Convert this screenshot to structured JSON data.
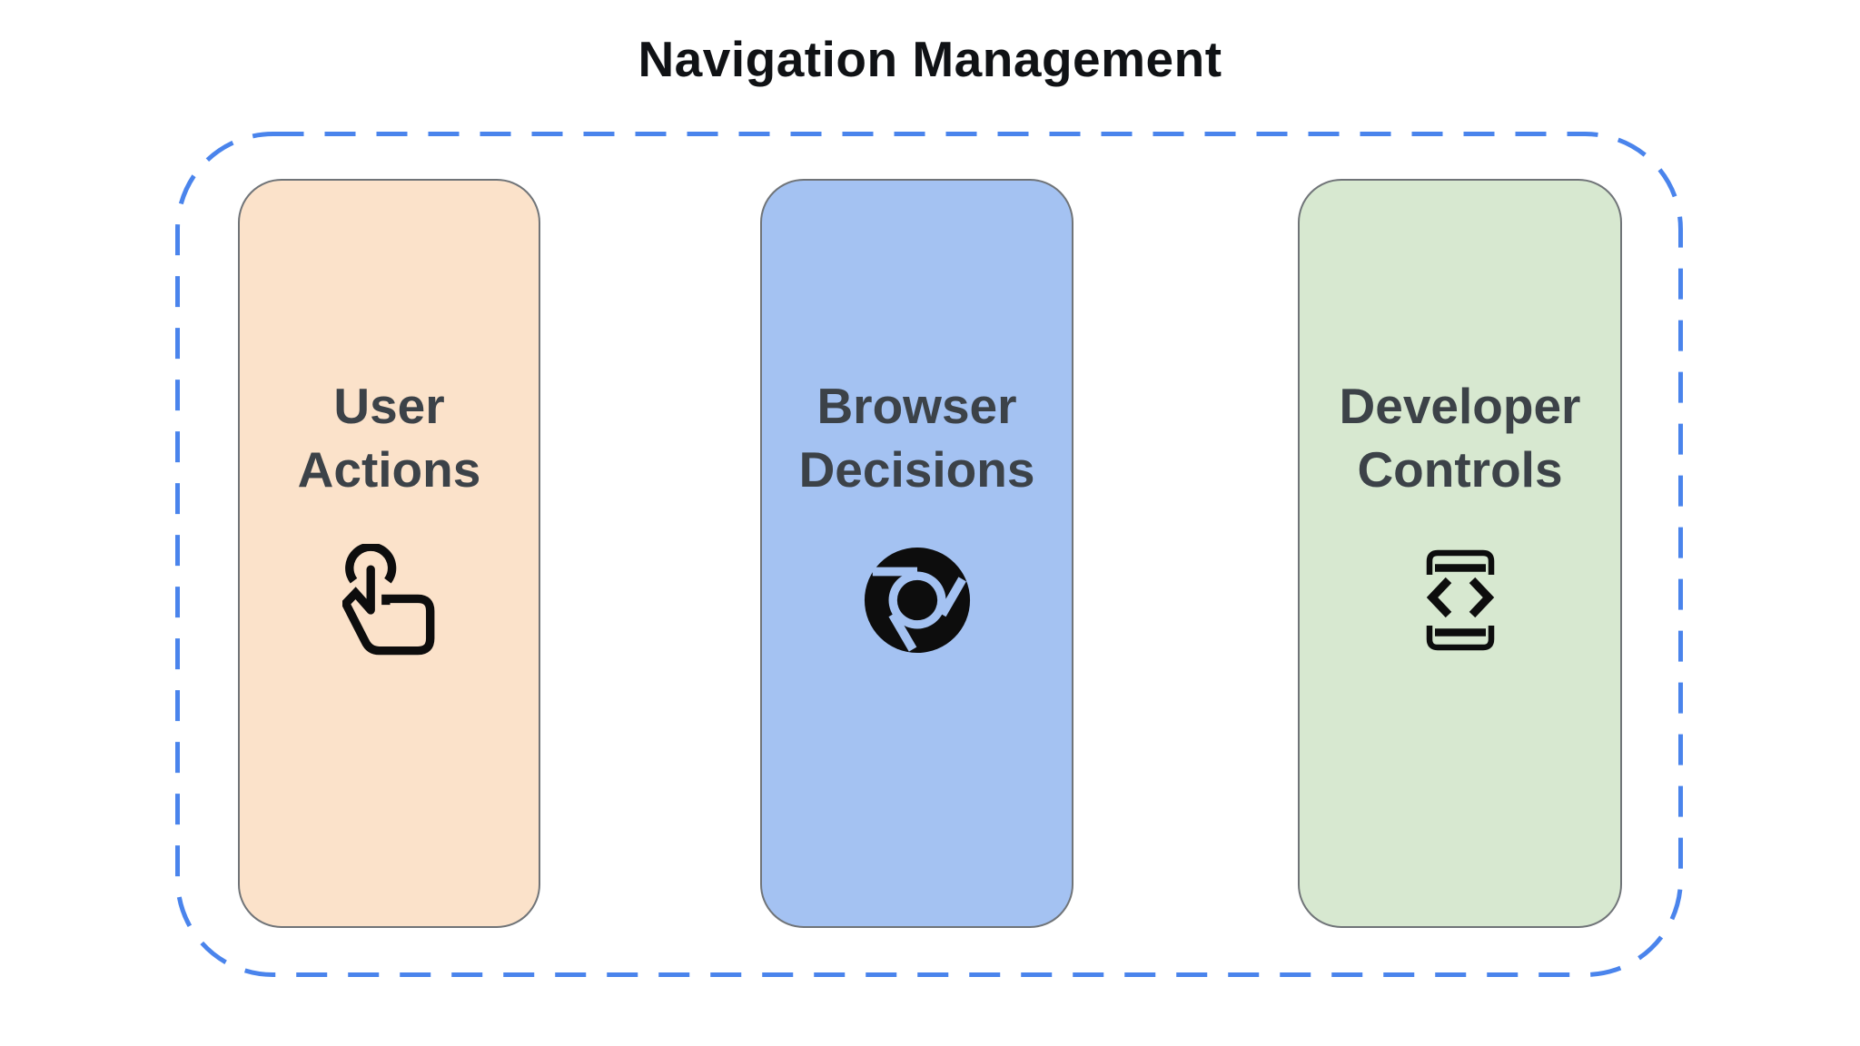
{
  "title": "Navigation Management",
  "group": {
    "border_color": "#4A84EC",
    "label_color": "#3C4248",
    "icon_color": "#0D0D0D",
    "cards": [
      {
        "label": "User Actions",
        "icon": "touch-gesture-icon",
        "bg": "#FBE2CA"
      },
      {
        "label": "Browser Decisions",
        "icon": "chrome-browser-icon",
        "bg": "#A4C2F2"
      },
      {
        "label": "Developer Controls",
        "icon": "developer-mode-icon",
        "bg": "#D7E8D0"
      }
    ]
  }
}
